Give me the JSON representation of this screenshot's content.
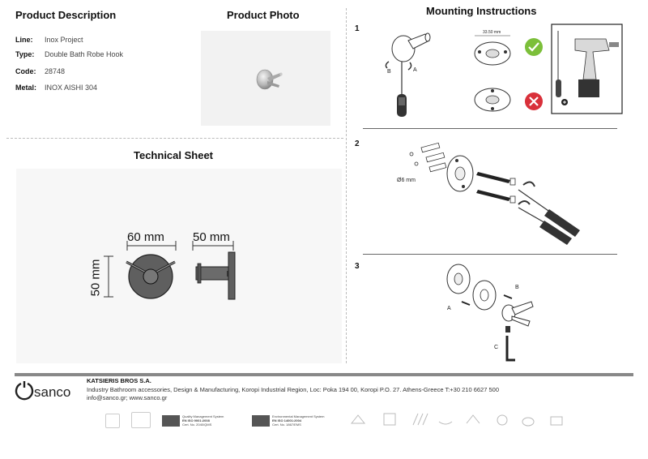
{
  "sections": {
    "product_description": "Product Description",
    "product_photo": "Product Photo",
    "technical_sheet": "Technical Sheet",
    "mounting_instructions": "Mounting Instructions"
  },
  "specs": [
    {
      "label": "Line:",
      "value": "Inox Project"
    },
    {
      "label": "Type:",
      "value": "Double Bath Robe Hook"
    },
    {
      "label": "Code:",
      "value": "28748"
    },
    {
      "label": "Metal:",
      "value": "INOX AISHI 304"
    }
  ],
  "technical": {
    "width_label": "60 mm",
    "height_label": "50 mm",
    "depth_label": "50 mm"
  },
  "mounting": {
    "steps": [
      "1",
      "2",
      "3"
    ],
    "step1": {
      "label_a": "A",
      "label_b": "B",
      "measure": "33.50 mm"
    },
    "step2": {
      "drill": "Ø6 mm"
    },
    "step3": {
      "label_a": "A",
      "label_b": "B",
      "label_c": "C"
    }
  },
  "footer": {
    "brand": "sanco",
    "company_name": "KATSIERIS BROS S.A.",
    "company_line": "Industry Bathroom accessories, Design & Manufacturing, Koropi Industrial Region, Loc: Poka 194 00, Koropi P.O. 27. Athens-Greece   T:+30 210 6627 500",
    "contact": "info@sanco.gr; www.sanco.gr",
    "cert1": {
      "title": "Quality Management System",
      "standard": "EN ISO 9001:2008",
      "cert_no": "Cert. No. 2040/QMS"
    },
    "cert2": {
      "title": "Environmental Management System",
      "standard": "EN ISO 14001:2004",
      "cert_no": "Cert. No. 1867/EMS"
    }
  },
  "colors": {
    "ok": "#7cbf3a",
    "bad": "#d9303a",
    "rule": "#888888"
  }
}
